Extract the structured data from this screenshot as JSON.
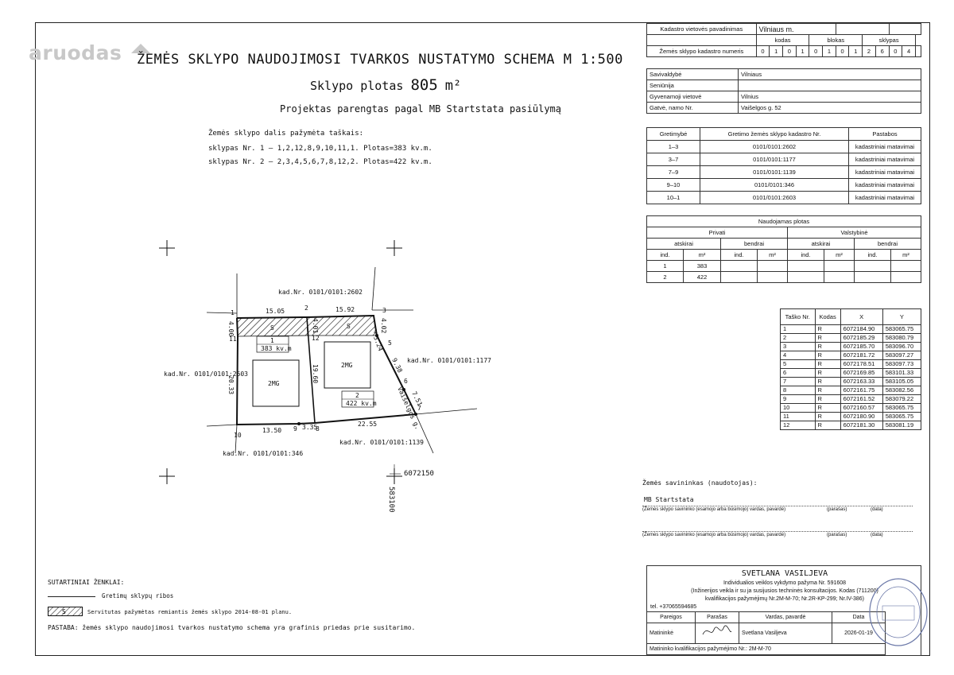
{
  "watermark": "aruodas",
  "header": {
    "title": "ŽEMĖS SKLYPO NAUDOJIMOSI TVARKOS NUSTATYMO SCHEMA M 1:500",
    "area_label": "Sklypo plotas",
    "area_value": "805",
    "area_unit": "m²",
    "project_note": "Projektas parengtas pagal MB Startstata pasiūlymą"
  },
  "parts": {
    "heading": "Žemės sklypo dalis pažymėta taškais:",
    "line1": "sklypas Nr. 1 – 1,2,12,8,9,10,11,1. Plotas=383 kv.m.",
    "line2": "sklypas Nr. 2 – 2,3,4,5,6,7,8,12,2. Plotas=422 kv.m."
  },
  "cadastre": {
    "place_label": "Kadastro vietovės pavadinimas",
    "place_value": "Vilniaus m.",
    "col_kodas": "kodas",
    "col_blokas": "blokas",
    "col_sklypas": "sklypas",
    "number_label": "Žemės sklypo kadastro numeris",
    "digits": [
      "0",
      "1",
      "0",
      "1",
      "0",
      "1",
      "0",
      "1",
      "2",
      "6",
      "0",
      "4"
    ]
  },
  "location": [
    {
      "label": "Savivaldybė",
      "value": "Vilniaus"
    },
    {
      "label": "Seniūnija",
      "value": ""
    },
    {
      "label": "Gyvenamoji vietovė",
      "value": "Vilnius"
    },
    {
      "label": "Gatvė, namo Nr.",
      "value": "Vaišelgos g. 52"
    }
  ],
  "neighbors": {
    "headers": [
      "Gretimybė",
      "Gretimo žemės sklypo kadastro Nr.",
      "Pastabos"
    ],
    "rows": [
      [
        "1–3",
        "0101/0101:2602",
        "kadastriniai matavimai"
      ],
      [
        "3–7",
        "0101/0101:1177",
        "kadastriniai matavimai"
      ],
      [
        "7–9",
        "0101/0101:1139",
        "kadastriniai matavimai"
      ],
      [
        "9–10",
        "0101/0101:346",
        "kadastriniai matavimai"
      ],
      [
        "10–1",
        "0101/0101:2603",
        "kadastriniai matavimai"
      ]
    ]
  },
  "usage": {
    "title": "Naudojamas plotas",
    "private": "Privati",
    "state": "Valstybinė",
    "separate": "atskirai",
    "shared": "bendrai",
    "ind": "ind.",
    "m2": "m²",
    "rows": [
      [
        "1",
        "383"
      ],
      [
        "2",
        "422"
      ]
    ]
  },
  "points": {
    "headers": [
      "Taško Nr.",
      "Kodas",
      "X",
      "Y"
    ],
    "rows": [
      [
        "1",
        "R",
        "6072184.90",
        "583065.75"
      ],
      [
        "2",
        "R",
        "6072185.29",
        "583080.79"
      ],
      [
        "3",
        "R",
        "6072185.70",
        "583096.70"
      ],
      [
        "4",
        "R",
        "6072181.72",
        "583097.27"
      ],
      [
        "5",
        "R",
        "6072178.51",
        "583097.73"
      ],
      [
        "6",
        "R",
        "6072169.85",
        "583101.33"
      ],
      [
        "7",
        "R",
        "6072163.33",
        "583105.05"
      ],
      [
        "8",
        "R",
        "6072161.75",
        "583082.56"
      ],
      [
        "9",
        "R",
        "6072161.52",
        "583079.22"
      ],
      [
        "10",
        "R",
        "6072160.57",
        "583065.75"
      ],
      [
        "11",
        "R",
        "6072180.90",
        "583065.75"
      ],
      [
        "12",
        "R",
        "6072181.30",
        "583081.19"
      ]
    ]
  },
  "plan": {
    "kad_top": "kad.Nr. 0101/0101:2602",
    "kad_left": "kad.Nr. 0101/0101:2603",
    "kad_right": "kad.Nr. 0101/0101:1177",
    "kad_bottom": "kad.Nr. 0101/0101:1139",
    "kad_bottom_left": "kad.Nr. 0101/0101:346",
    "street": "Vaišelgos g.",
    "d_top1": "15.05",
    "d_top2": "15.92",
    "d_left_top": "4.00",
    "d_left": "20.33",
    "d_mid_top": "4.01",
    "d_mid": "19.60",
    "d_r1": "4.02",
    "d_r2": "3.24",
    "d_r3": "9.38",
    "d_r4": "7.51",
    "d_bot1": "13.50",
    "d_bot2": "3.35",
    "d_bot3": "22.55",
    "plot1_no": "1",
    "plot1_area": "383 kv.m",
    "plot2_no": "2",
    "plot2_area": "422 kv.m",
    "building": "2MG",
    "serv": "S",
    "coord_x": "6072150",
    "coord_y": "583100",
    "p1": "1",
    "p2": "2",
    "p3": "3",
    "p4": "4",
    "p5": "5",
    "p6": "6",
    "p7": "7",
    "p8": "8",
    "p9": "9",
    "p10": "10",
    "p11": "11",
    "p12": "12"
  },
  "owner": {
    "heading": "Žemės savininkas (naudotojas):",
    "name": "MB Startstata",
    "caption": "(Žemės sklypo savininko (esamojo arba būsimojo) vardas, pavardė)",
    "sign": "(parašas)",
    "date": "(data)"
  },
  "legend": {
    "title": "SUTARTINIAI ŽENKLAI:",
    "item1": "Gretimų sklypų ribos",
    "item2": "Servitutas pažymėtas remiantis žemės sklypo 2014-08-01 planu.",
    "serv": "S",
    "note": "PASTABA: žemės sklypo naudojimosi tvarkos nustatymo schema yra grafinis priedas prie susitarimo."
  },
  "stamp": {
    "name": "SVETLANA VASILJEVA",
    "line1": "Individualios veiklos vykdymo pažyma Nr. 591608",
    "line2": "(Inžinerijos veikla ir su ja susijusios techninės konsultacijos. Kodas (711200)",
    "line3": "kvalifikacijos pažymėjimų Nr.2M-M-70; Nr.2R-KP-299; Nr.IV-386)",
    "phone": "tel. +37065594685",
    "headers": [
      "Pareigos",
      "Parašas",
      "Vardas, pavardė",
      "Data"
    ],
    "role": "Matininkė",
    "person": "Svetlana Vasiljeva",
    "date": "2026-01-19",
    "cert": "Matininko kvalifikacijos pažymėjimo Nr.: 2M-M-70"
  }
}
